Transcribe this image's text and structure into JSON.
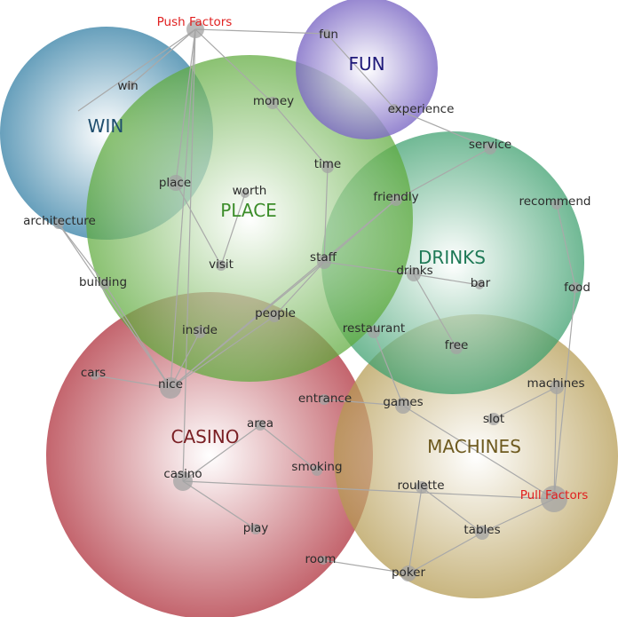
{
  "colors": {
    "win": "#4d8fb0",
    "fun": "#7f6cc6",
    "place": "#5eaa3c",
    "drinks": "#3a9e6c",
    "casino": "#b33a45",
    "machines": "#b49a50",
    "factor": "#e02020",
    "win_text": "#1f4e6e",
    "fun_text": "#1f1a7a",
    "place_text": "#3c8d2a",
    "drinks_text": "#1f7a57",
    "casino_text": "#7a1f24",
    "machines_text": "#6e5a1f"
  },
  "themes": [
    {
      "id": "win",
      "label": "WIN"
    },
    {
      "id": "fun",
      "label": "FUN"
    },
    {
      "id": "place",
      "label": "PLACE"
    },
    {
      "id": "drinks",
      "label": "DRINKS"
    },
    {
      "id": "casino",
      "label": "CASINO"
    },
    {
      "id": "machines",
      "label": "MACHINES"
    }
  ],
  "factors": [
    {
      "id": "push",
      "label": "Push Factors"
    },
    {
      "id": "pull",
      "label": "Pull Factors"
    }
  ],
  "words": [
    {
      "id": "fun",
      "label": "fun"
    },
    {
      "id": "win",
      "label": "win"
    },
    {
      "id": "money",
      "label": "money"
    },
    {
      "id": "experience",
      "label": "experience"
    },
    {
      "id": "service",
      "label": "service"
    },
    {
      "id": "time",
      "label": "time"
    },
    {
      "id": "place",
      "label": "place"
    },
    {
      "id": "worth",
      "label": "worth"
    },
    {
      "id": "friendly",
      "label": "friendly"
    },
    {
      "id": "recommend",
      "label": "recommend"
    },
    {
      "id": "architecture",
      "label": "architecture"
    },
    {
      "id": "visit",
      "label": "visit"
    },
    {
      "id": "staff",
      "label": "staff"
    },
    {
      "id": "drinks",
      "label": "drinks"
    },
    {
      "id": "bar",
      "label": "bar"
    },
    {
      "id": "building",
      "label": "building"
    },
    {
      "id": "food",
      "label": "food"
    },
    {
      "id": "people",
      "label": "people"
    },
    {
      "id": "inside",
      "label": "inside"
    },
    {
      "id": "restaurant",
      "label": "restaurant"
    },
    {
      "id": "free",
      "label": "free"
    },
    {
      "id": "cars",
      "label": "cars"
    },
    {
      "id": "nice",
      "label": "nice"
    },
    {
      "id": "entrance",
      "label": "entrance"
    },
    {
      "id": "games",
      "label": "games"
    },
    {
      "id": "machines",
      "label": "machines"
    },
    {
      "id": "area",
      "label": "area"
    },
    {
      "id": "slot",
      "label": "slot"
    },
    {
      "id": "smoking",
      "label": "smoking"
    },
    {
      "id": "casino",
      "label": "casino"
    },
    {
      "id": "roulette",
      "label": "roulette"
    },
    {
      "id": "play",
      "label": "play"
    },
    {
      "id": "tables",
      "label": "tables"
    },
    {
      "id": "room",
      "label": "room"
    },
    {
      "id": "poker",
      "label": "poker"
    }
  ]
}
